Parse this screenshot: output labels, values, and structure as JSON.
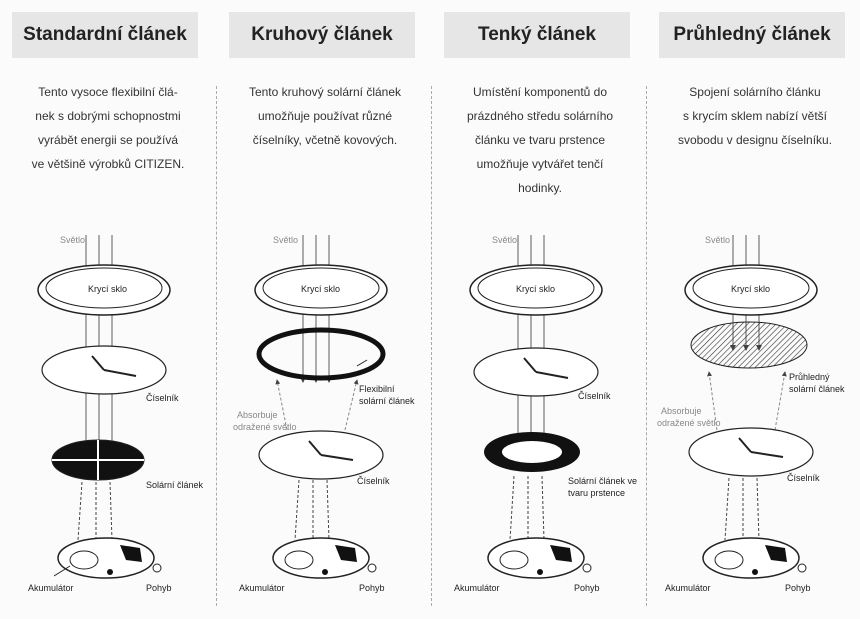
{
  "columns": [
    {
      "title": "Standardní článek",
      "description": "Tento vysoce flexibilní člá-\nnek s dobrými schopnostmi\nvyrábět energii se používá\nve většině výrobků CITIZEN.",
      "labels": {
        "light": "Světlo",
        "cover_glass": "Krycí sklo",
        "dial": "Číselník",
        "solar_cell": "Solární článek",
        "accumulator": "Akumulátor",
        "movement": "Pohyb"
      }
    },
    {
      "title": "Kruhový článek",
      "description": "Tento kruhový solární článek\numožňuje používat různé\nčíselníky, včetně kovových.",
      "labels": {
        "light": "Světlo",
        "cover_glass": "Krycí sklo",
        "flex_cell_1": "Flexibilní",
        "flex_cell_2": "solární článek",
        "absorbs_1": "Absorbuje",
        "absorbs_2": "odražené světlo",
        "dial": "Číselník",
        "accumulator": "Akumulátor",
        "movement": "Pohyb"
      }
    },
    {
      "title": "Tenký článek",
      "description": "Umístění komponentů do\nprázdného středu solárního\nčlánku ve tvaru prstence\numožňuje vytvářet tenčí\nhodinky.",
      "labels": {
        "light": "Světlo",
        "cover_glass": "Krycí sklo",
        "dial": "Číselník",
        "ring_cell_1": "Solární článek ve",
        "ring_cell_2": "tvaru prstence",
        "accumulator": "Akumulátor",
        "movement": "Pohyb"
      }
    },
    {
      "title": "Průhledný článek",
      "description": "Spojení solárního článku\ns krycím sklem nabízí větší\nsvobodu v designu číselníku.",
      "labels": {
        "light": "Světlo",
        "cover_glass": "Krycí sklo",
        "transparent_cell_1": "Průhledný",
        "transparent_cell_2": "solární článek",
        "absorbs_1": "Absorbuje",
        "absorbs_2": "odražené světlo",
        "dial": "Číselník",
        "accumulator": "Akumulátor",
        "movement": "Pohyb"
      }
    }
  ]
}
